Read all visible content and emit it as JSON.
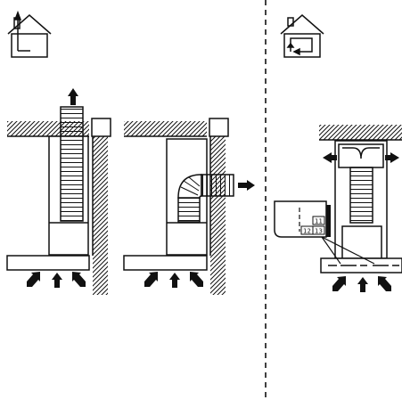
{
  "diagram": {
    "labels": {
      "part_11": "11",
      "part_12": "12",
      "part_13": "13"
    },
    "modes": [
      {
        "icon": "ducted-extraction-house-icon"
      },
      {
        "icon": "recirculation-house-icon"
      }
    ],
    "colors": {
      "ink": "#111111",
      "paper": "#ffffff"
    }
  }
}
